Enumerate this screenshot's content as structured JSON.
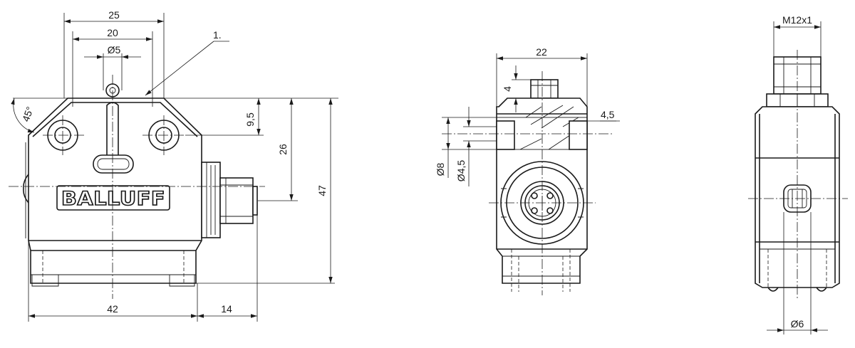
{
  "brand": {
    "logo_text": "BALLUFF"
  },
  "callout": {
    "label": "1."
  },
  "views": {
    "front": {
      "dims": {
        "width_top": "25",
        "slot_width": "20",
        "roller_dia": "Ø5",
        "chamfer_angle": "45°",
        "to_roller": "9,5",
        "to_connector": "26",
        "height": "47",
        "width_body": "42",
        "connector_length": "14"
      }
    },
    "side": {
      "dims": {
        "width": "22",
        "roller_height": "4",
        "hole_depth": "4,5",
        "bore_large": "Ø8",
        "bore_small": "Ø4,5"
      }
    },
    "rear": {
      "dims": {
        "thread": "M12x1",
        "plunger_dia": "Ø6"
      }
    }
  }
}
